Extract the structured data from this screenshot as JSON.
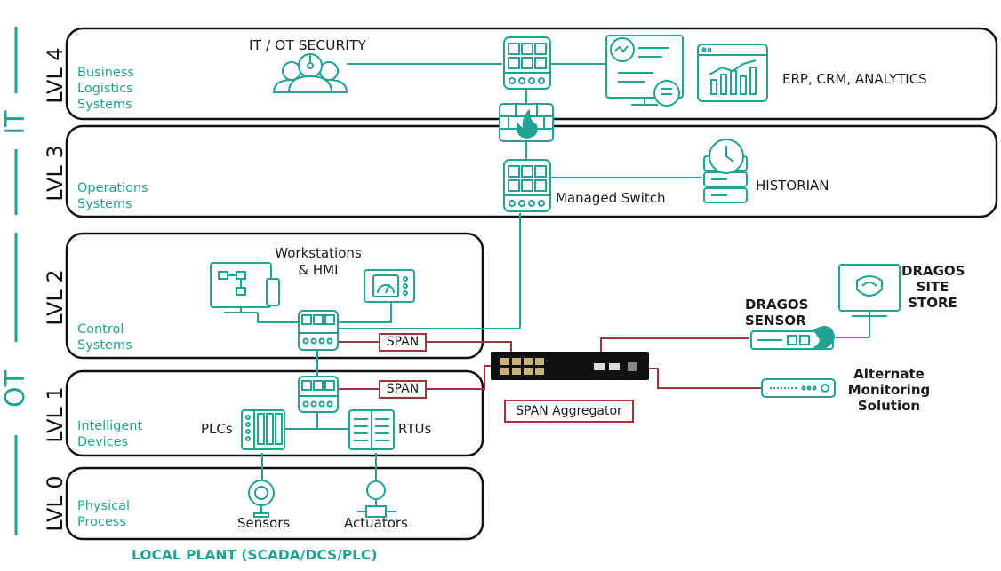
{
  "side_labels": {
    "it": "IT",
    "ot": "OT"
  },
  "levels": [
    {
      "code": "LVL 4",
      "zone_lines": [
        "Business",
        "Logistics",
        "Systems"
      ]
    },
    {
      "code": "LVL 3",
      "zone_lines": [
        "Operations",
        "Systems"
      ]
    },
    {
      "code": "LVL 2",
      "zone_lines": [
        "Control",
        "Systems"
      ]
    },
    {
      "code": "LVL 1",
      "zone_lines": [
        "Intelligent",
        "Devices"
      ]
    },
    {
      "code": "LVL 0",
      "zone_lines": [
        "Physical",
        "Process"
      ]
    }
  ],
  "nodes": {
    "it_ot_security": "IT / OT SECURITY",
    "erp": "ERP, CRM, ANALYTICS",
    "managed_switch": "Managed Switch",
    "historian": "HISTORIAN",
    "workstations_line1": "Workstations",
    "workstations_line2": "& HMI",
    "plcs": "PLCs",
    "rtus": "RTUs",
    "sensors": "Sensors",
    "actuators": "Actuators",
    "span_top": "SPAN",
    "span_bottom": "SPAN",
    "span_aggregator": "SPAN Aggregator",
    "dragos_sensor_line1": "DRAGOS",
    "dragos_sensor_line2": "SENSOR",
    "dragos_site_line1": "DRAGOS",
    "dragos_site_line2": "SITE",
    "dragos_site_line3": "STORE",
    "alt_line1": "Alternate",
    "alt_line2": "Monitoring",
    "alt_line3": "Solution"
  },
  "footer": "LOCAL PLANT (SCADA/DCS/PLC)",
  "colors": {
    "teal": "#21a294",
    "span_red": "#a3323a",
    "border": "#111111"
  }
}
